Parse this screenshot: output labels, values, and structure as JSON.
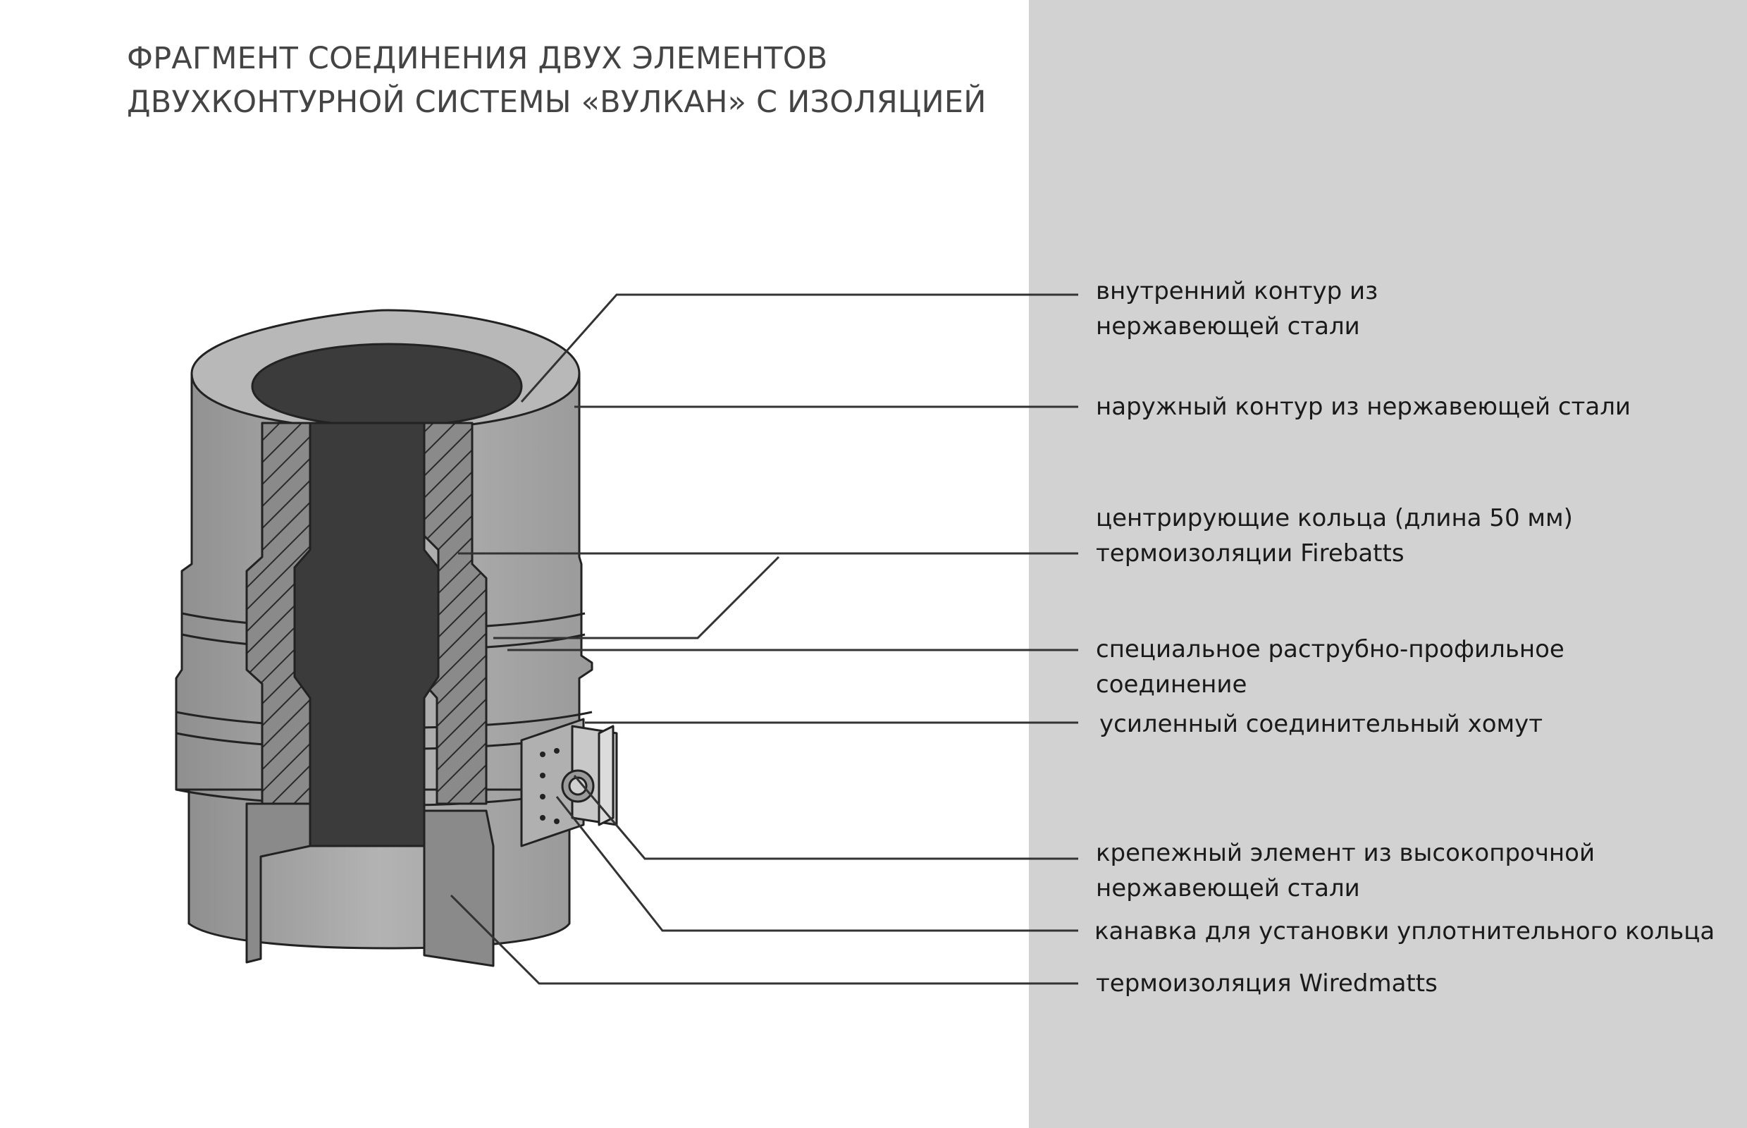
{
  "title": {
    "line1": "ФРАГМЕНТ СОЕДИНЕНИЯ ДВУХ ЭЛЕМЕНТОВ",
    "line2": "ДВУХКОНТУРНОЙ СИСТЕМЫ «ВУЛКАН» С ИЗОЛЯЦИЕЙ"
  },
  "labels": [
    {
      "lines": [
        "внутренний контур из",
        "нержавеющей стали"
      ]
    },
    {
      "lines": [
        "наружный контур из нержавеющей стали"
      ]
    },
    {
      "lines": [
        "центрирующие кольца (длина 50 мм)",
        "термоизоляции Firebatts"
      ]
    },
    {
      "lines": [
        "специальное раструбно-профильное",
        "соединение"
      ]
    },
    {
      "lines": [
        "усиленный соединительный хомут"
      ]
    },
    {
      "lines": [
        "крепежный элемент из высокопрочной",
        "нержавеющей стали"
      ]
    },
    {
      "lines": [
        "канавка для установки уплотнительного кольца"
      ]
    },
    {
      "lines": [
        "термоизоляция Wiredmatts"
      ]
    }
  ],
  "colors": {
    "panel": "#d2d2d2",
    "outer_shell": "#a9a9a9",
    "inner_flue": "#3b3b3b",
    "insulation": "#8a8a8a",
    "outline": "#222222"
  }
}
